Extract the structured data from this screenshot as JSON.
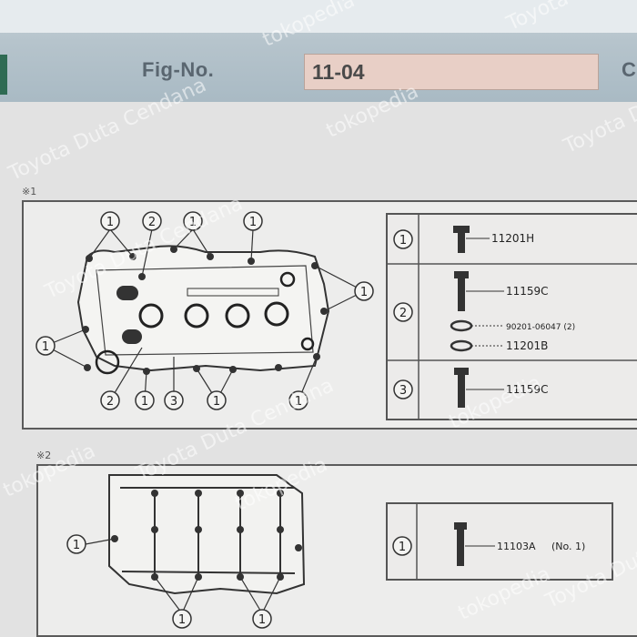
{
  "header": {
    "fig_label": "Fig-No.",
    "fig_value": "11-04",
    "right_label": "C"
  },
  "section1": {
    "mark": "※1",
    "diagram_callouts": [
      "1",
      "2",
      "1",
      "1",
      "1",
      "1",
      "1",
      "2",
      "1",
      "3",
      "1",
      "1"
    ],
    "parts_table": [
      {
        "ref": "1",
        "parts": [
          {
            "code": "11201H"
          }
        ]
      },
      {
        "ref": "2",
        "parts": [
          {
            "code": "11159C"
          },
          {
            "code": "90201-06047 (2)"
          },
          {
            "code": "11201B"
          }
        ]
      },
      {
        "ref": "3",
        "parts": [
          {
            "code": "11159C"
          }
        ]
      }
    ]
  },
  "section2": {
    "mark": "※2",
    "diagram_callouts": [
      "1",
      "1",
      "1"
    ],
    "parts_table": [
      {
        "ref": "1",
        "code": "11103A",
        "note": "(No. 1)"
      }
    ]
  },
  "watermarks": [
    "tokopedia",
    "Toyota Duta Cendana",
    "tokopedia",
    "Toyota",
    "Toyota Duta Cendana",
    "tokopedia",
    "Toyota Duta Cendana",
    "tokopedia",
    "Toyota Duta Cendana",
    "tokopedia",
    "Toyota Duta Cendana",
    "tokopedia"
  ]
}
